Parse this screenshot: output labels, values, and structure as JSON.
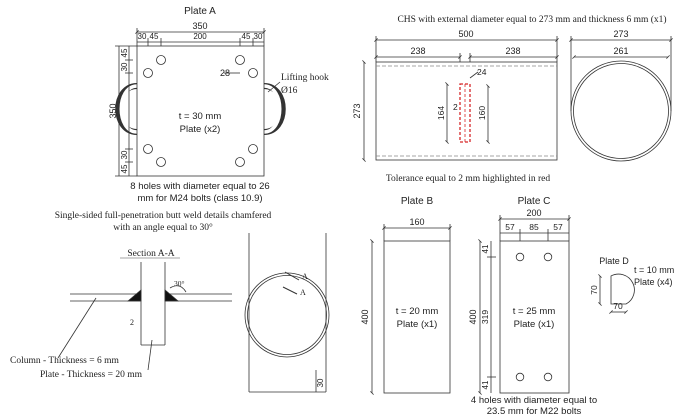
{
  "colors": {
    "line": "#333333",
    "highlight": "#d62728",
    "weld": "#111111"
  },
  "plate_a": {
    "title": "Plate A",
    "dim_width": "350",
    "dim_top_segments": [
      "30",
      "45",
      "200",
      "45",
      "30"
    ],
    "dim_height": "350",
    "dim_left_segments": [
      "45",
      "30",
      "30",
      "45"
    ],
    "dim_hole_edge": "28",
    "lifting_hook_label": "Lifting hook",
    "lifting_hook_dia": "Ø16",
    "thickness": "t = 30 mm",
    "plate_count": "Plate (x2)",
    "holes_note_line1": "8 holes with diameter equal to 26",
    "holes_note_line2": "mm for M24 bolts (class 10.9)"
  },
  "chs": {
    "title": "CHS with external diameter equal to 273 mm and thickness 6 mm (x1)",
    "dim_length": "500",
    "dim_half_left": "238",
    "dim_half_right": "238",
    "dim_height": "273",
    "dim_slot_width": "24",
    "dim_slot_height_left": "164",
    "dim_slot_height_right": "160",
    "dim_slot_gap": "2",
    "dim_outer_dia": "273",
    "dim_inner_dia": "261",
    "tolerance_note": "Tolerance equal to 2 mm highlighted in red"
  },
  "weld": {
    "note_line1": "Single-sided full-penetration butt weld details chamfered",
    "note_line2": "with an angle equal to 30°",
    "section_title": "Section A-A",
    "angle_label": "30°",
    "gap_label": "2",
    "column_label": "Column - Thickness = 6 mm",
    "plate_label": "Plate - Thickness = 20 mm",
    "section_mark_1": "A",
    "section_mark_2": "A",
    "dim_bottom": "30"
  },
  "plate_b": {
    "title": "Plate B",
    "dim_width": "160",
    "dim_height": "400",
    "thickness": "t = 20 mm",
    "plate_count": "Plate (x1)"
  },
  "plate_c": {
    "title": "Plate C",
    "dim_width": "200",
    "dim_segments": [
      "57",
      "85",
      "57"
    ],
    "dim_height": "400",
    "dim_inner": "319",
    "dim_top_edge": "41",
    "dim_bottom_edge": "41",
    "thickness": "t = 25 mm",
    "plate_count": "Plate (x1)",
    "holes_note_line1": "4 holes with diameter equal to",
    "holes_note_line2": "23.5 mm for M22 bolts"
  },
  "plate_d": {
    "title": "Plate D",
    "dim_height": "70",
    "dim_width": "70",
    "thickness": "t = 10 mm",
    "plate_count": "Plate (x4)"
  }
}
